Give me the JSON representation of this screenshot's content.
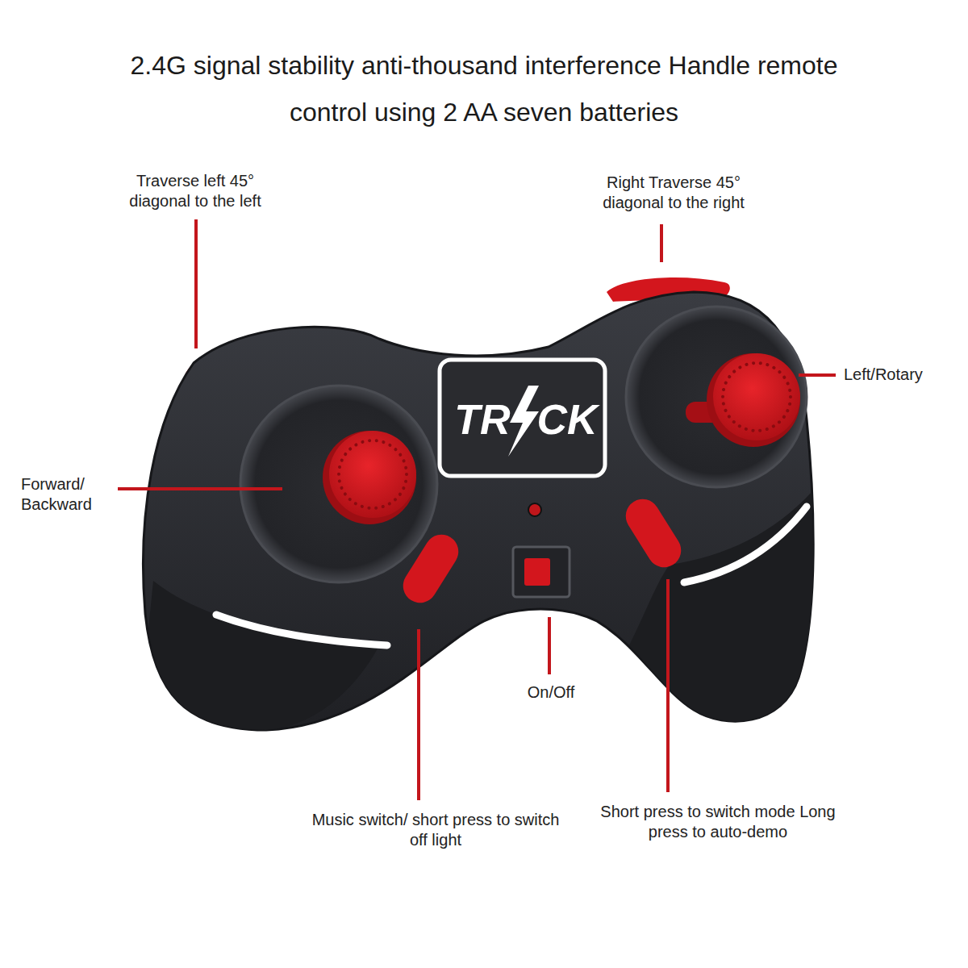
{
  "diagram": {
    "title": "2.4G signal stability anti-thousand interference Handle remote control using 2 AA seven batteries",
    "labels": [
      "Traverse left 45° diagonal to the left",
      "Right Traverse 45° diagonal to the right",
      "Left/Rotary",
      "TR",
      "CK",
      "Forward/ Backward",
      "On/Off",
      "Music switch/ short press to switch off light",
      "Short press to switch mode Long press to auto-demo"
    ]
  }
}
